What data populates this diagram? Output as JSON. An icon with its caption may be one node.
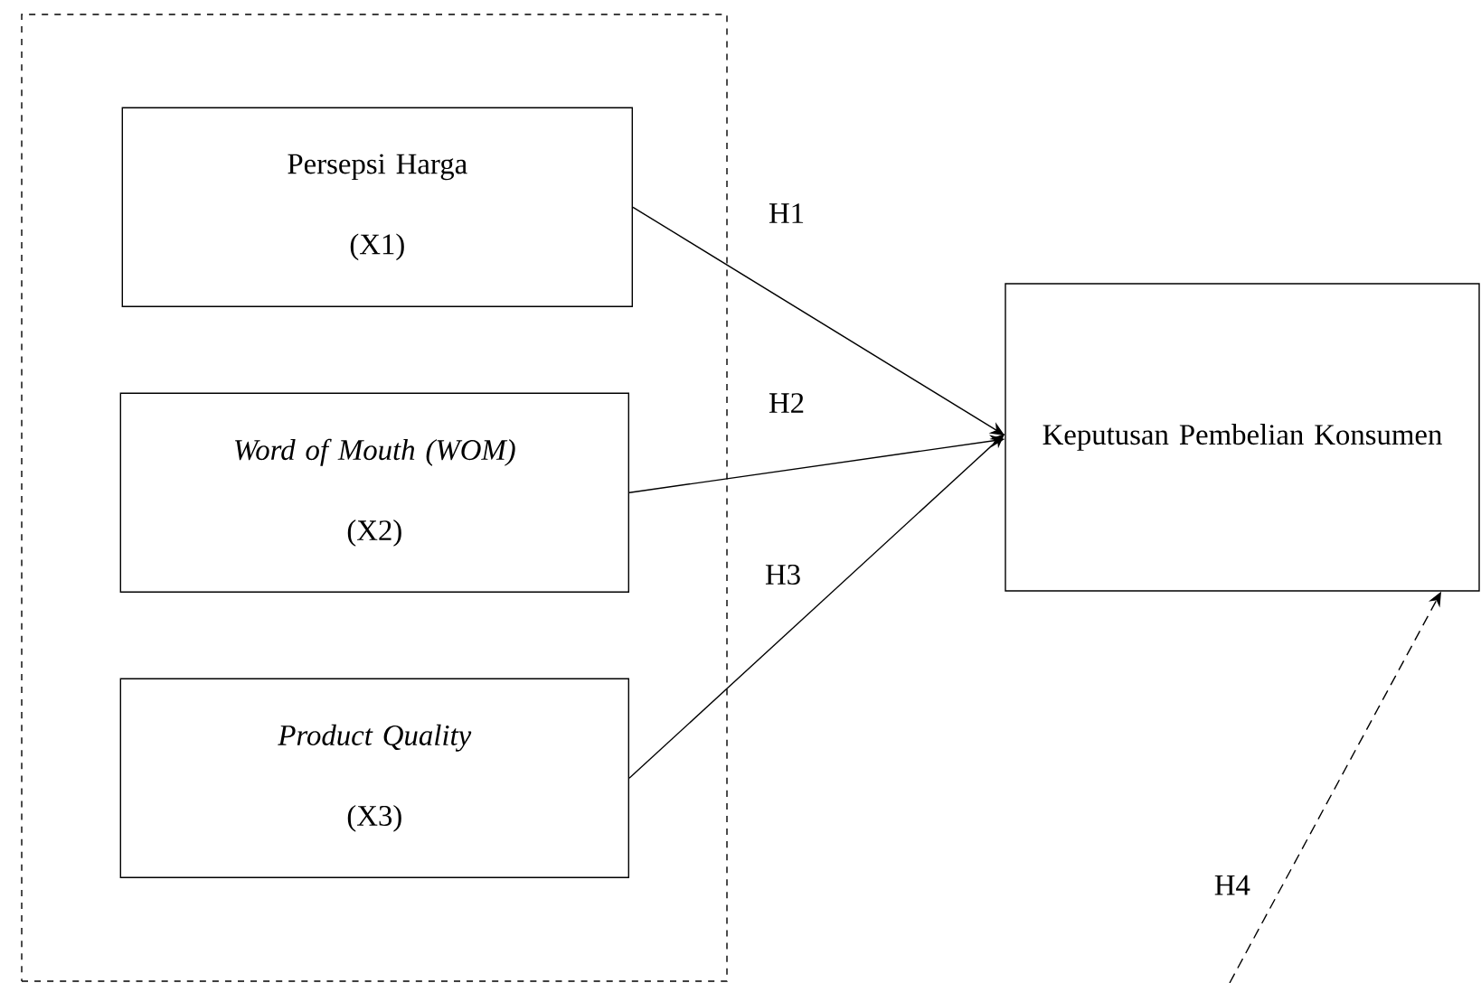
{
  "diagram": {
    "nodes": [
      {
        "text": [],
        "shape": "box"
      },
      {
        "text": [
          "Persepsi Harga",
          "(X1)"
        ],
        "in": 0
      },
      {
        "text": [
          "Word of Mouth (WOM)",
          "(X2)"
        ],
        "in": 0
      },
      {
        "text": [
          "Product Quality",
          "(X3)"
        ],
        "in": 0
      },
      {
        "text": [
          "Keputusan Pembelian Konsumen"
        ]
      }
    ],
    "edges": [
      {
        "from": 1,
        "to": 4,
        "arrow": "to",
        "label": "H1"
      },
      {
        "from": 2,
        "to": 4,
        "arrow": "to",
        "label": "H2"
      },
      {
        "from": 3,
        "to": 4,
        "arrow": "to",
        "label": "H3"
      },
      {
        "from": null,
        "to": 4,
        "arrow": "to",
        "label": "H4",
        "style": "dashed"
      }
    ]
  }
}
